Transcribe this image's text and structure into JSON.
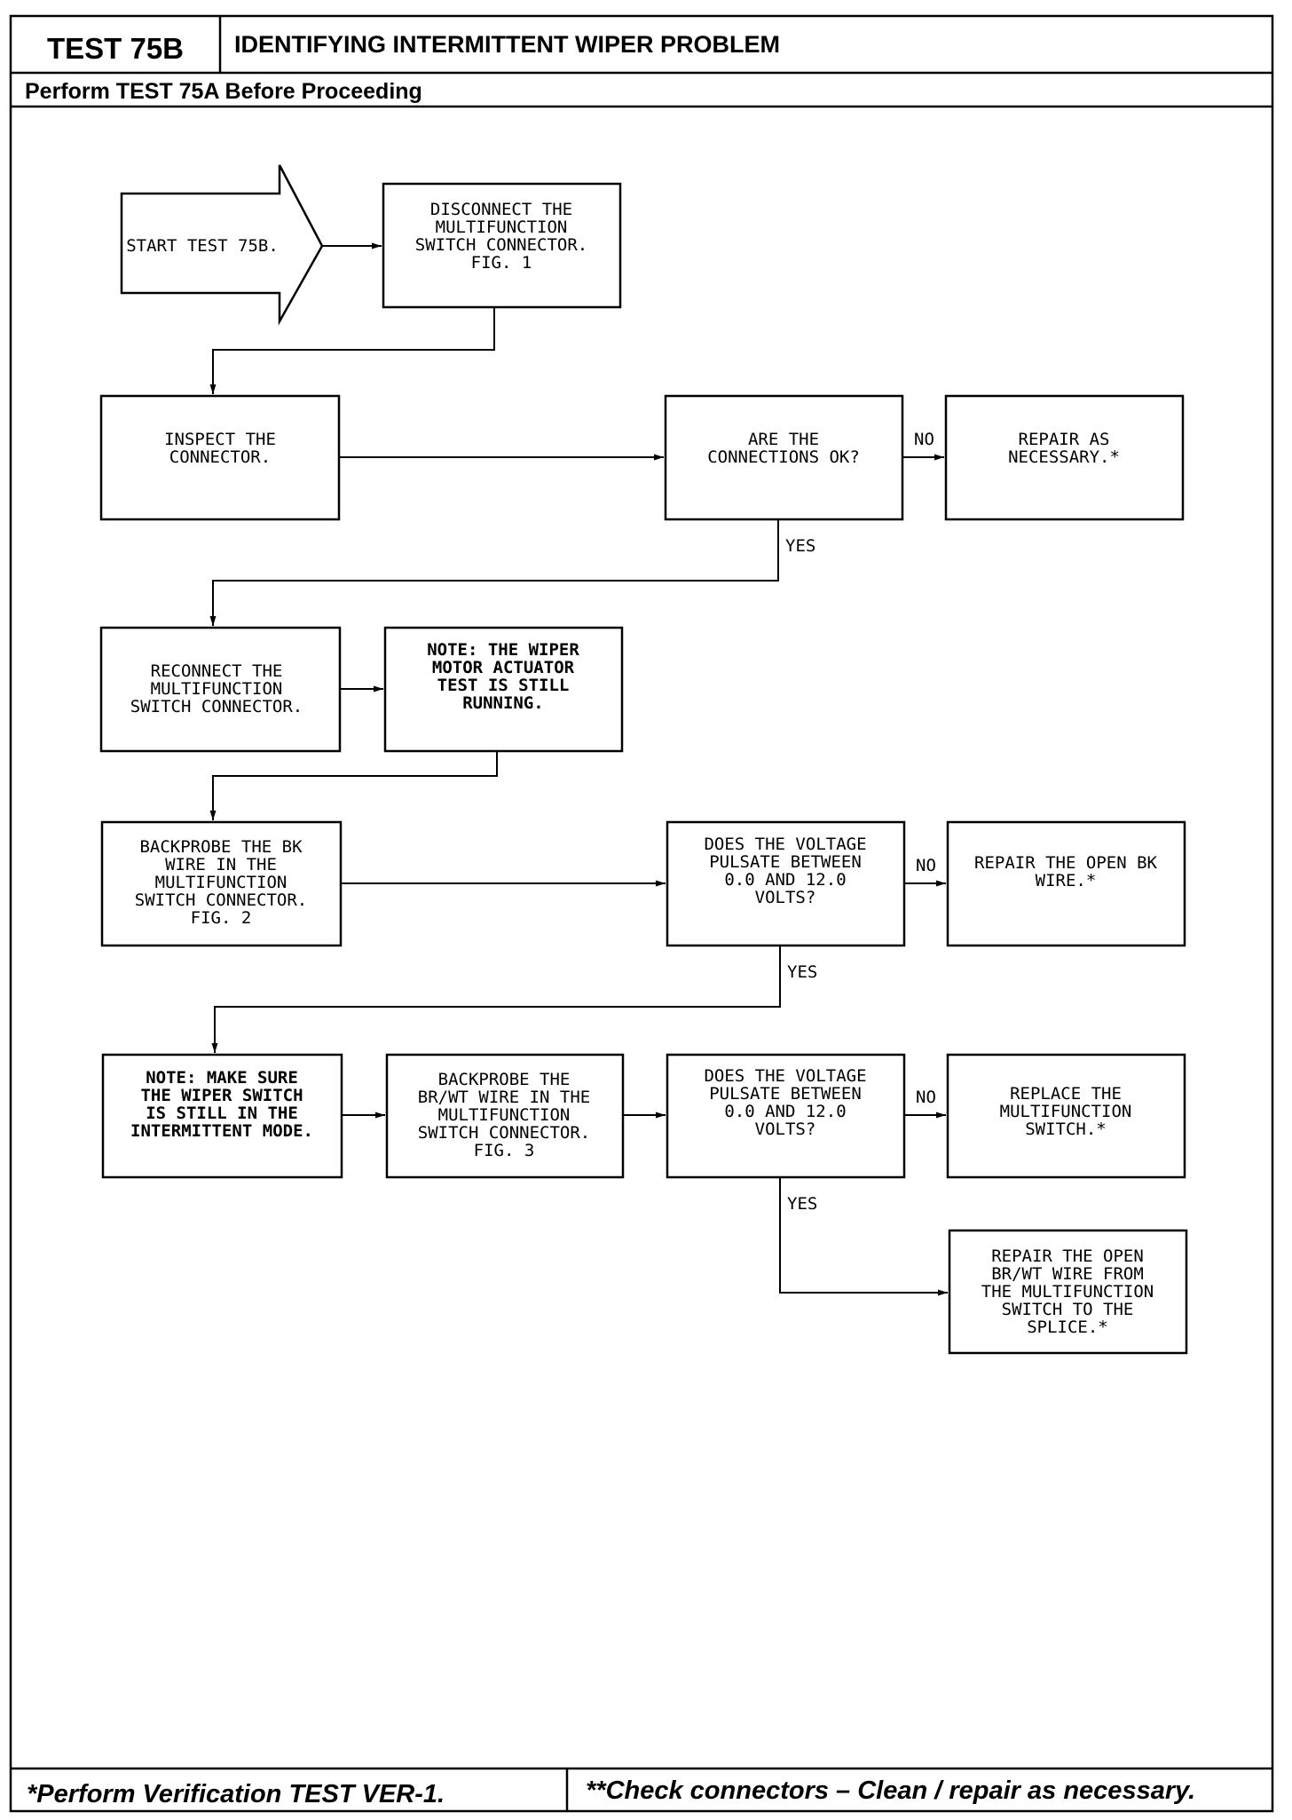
{
  "header": {
    "test_id": "TEST 75B",
    "title": "IDENTIFYING INTERMITTENT WIPER PROBLEM",
    "prerequisite": "Perform TEST 75A Before Proceeding"
  },
  "flow": {
    "start": {
      "lines": [
        "START TEST 75B."
      ]
    },
    "disconnect": {
      "lines": [
        "DISCONNECT THE",
        "MULTIFUNCTION",
        "SWITCH CONNECTOR.",
        "FIG. 1"
      ]
    },
    "inspect": {
      "lines": [
        "INSPECT THE",
        "CONNECTOR."
      ]
    },
    "q_connections": {
      "lines": [
        "ARE THE",
        "CONNECTIONS OK?"
      ]
    },
    "repair_as_necessary": {
      "lines": [
        "REPAIR AS",
        "NECESSARY.*"
      ]
    },
    "reconnect": {
      "lines": [
        "RECONNECT THE",
        "MULTIFUNCTION",
        "SWITCH CONNECTOR."
      ]
    },
    "note_actuator": {
      "lines": [
        "NOTE: THE WIPER",
        "MOTOR ACTUATOR",
        "TEST IS STILL",
        "RUNNING."
      ]
    },
    "backprobe_bk": {
      "lines": [
        "BACKPROBE THE BK",
        "WIRE IN THE",
        "MULTIFUNCTION",
        "SWITCH CONNECTOR.",
        "FIG. 2"
      ]
    },
    "q_voltage_1": {
      "lines": [
        "DOES THE VOLTAGE",
        "PULSATE BETWEEN",
        "0.0 AND 12.0",
        "VOLTS?"
      ]
    },
    "repair_open_bk": {
      "lines": [
        "REPAIR THE OPEN BK",
        "WIRE.*"
      ]
    },
    "note_intermittent": {
      "lines": [
        "NOTE: MAKE SURE",
        "THE WIPER SWITCH",
        "IS STILL IN THE",
        "INTERMITTENT MODE."
      ]
    },
    "backprobe_brwt": {
      "lines": [
        "BACKPROBE THE",
        "BR/WT WIRE IN THE",
        "MULTIFUNCTION",
        "SWITCH CONNECTOR.",
        "FIG. 3"
      ]
    },
    "q_voltage_2": {
      "lines": [
        "DOES THE VOLTAGE",
        "PULSATE BETWEEN",
        "0.0 AND 12.0",
        "VOLTS?"
      ]
    },
    "replace_switch": {
      "lines": [
        "REPLACE THE",
        "MULTIFUNCTION",
        "SWITCH.*"
      ]
    },
    "repair_open_brwt": {
      "lines": [
        "REPAIR THE OPEN",
        "BR/WT WIRE FROM",
        "THE MULTIFUNCTION",
        "SWITCH TO THE",
        "SPLICE.*"
      ]
    }
  },
  "labels": {
    "no": "NO",
    "yes": "YES"
  },
  "footer": {
    "left": "*Perform Verification TEST VER-1.",
    "right": "**Check connectors – Clean / repair as necessary."
  }
}
